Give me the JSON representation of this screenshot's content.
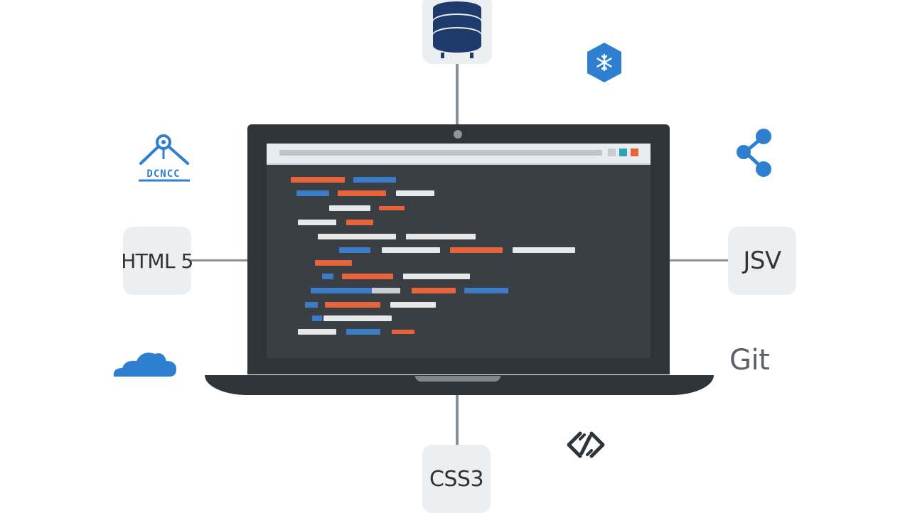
{
  "tiles": {
    "html5": "HTML 5",
    "jsv": "JSV",
    "css3": "CSS3"
  },
  "git_label": "Git",
  "network_icon_caption": "DCNCC",
  "colors": {
    "laptop": "#2f3438",
    "screen": "#3a3f44",
    "code_orange": "#e8623a",
    "code_blue": "#3a7cc8",
    "code_white": "#e6e8ea",
    "icon_blue": "#2f7fd0",
    "database_navy": "#1f3b6e",
    "connector": "#8a9096"
  },
  "icons": [
    "database-icon",
    "snowflake-hexagon-icon",
    "network-hub-icon",
    "share-icon",
    "cloud-icon",
    "link-icon"
  ]
}
